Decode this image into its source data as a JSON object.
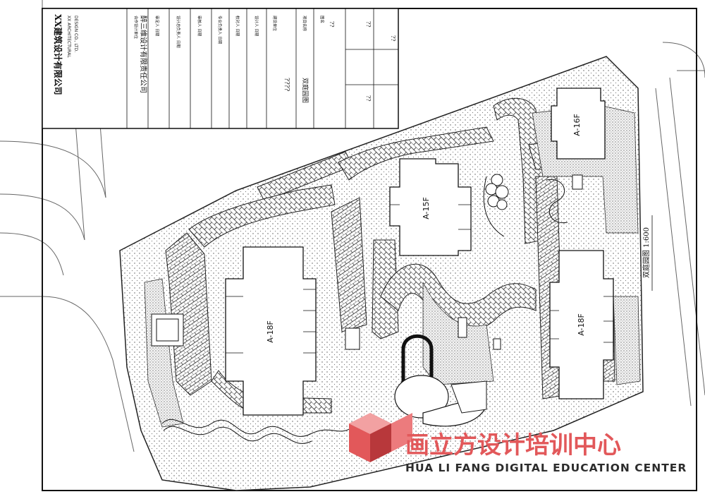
{
  "title_block": {
    "company_cn": "XX建筑设计有限公司",
    "company_en_1": "XX ARCHITECTURAL",
    "company_en_2": "DESIGN CO., LTD.",
    "partner_company": "醉三维设计有限责任公司",
    "field_labels": [
      "合作设计单位",
      "审定人 日期",
      "设计总负责人 日期",
      "审核人 日期",
      "专业负责人 日期",
      "校对人 日期",
      "设计人 日期",
      "建设单位",
      "项目名称",
      "图名"
    ],
    "project_name_placeholder": "????",
    "drawing_name": "双庭园图",
    "small_values": [
      "??",
      "??",
      "??",
      "??"
    ]
  },
  "buildings": [
    {
      "label": "A-18F"
    },
    {
      "label": "A-15F"
    },
    {
      "label": "A-16F"
    },
    {
      "label": "A-18F"
    }
  ],
  "drawing_title": "双庭园图 1:600",
  "watermark": {
    "name_cn": "画立方设计培训中心",
    "name_en": "HUA LI FANG DIGITAL EDUCATION CENTER",
    "brand_color": "#e2585a"
  }
}
